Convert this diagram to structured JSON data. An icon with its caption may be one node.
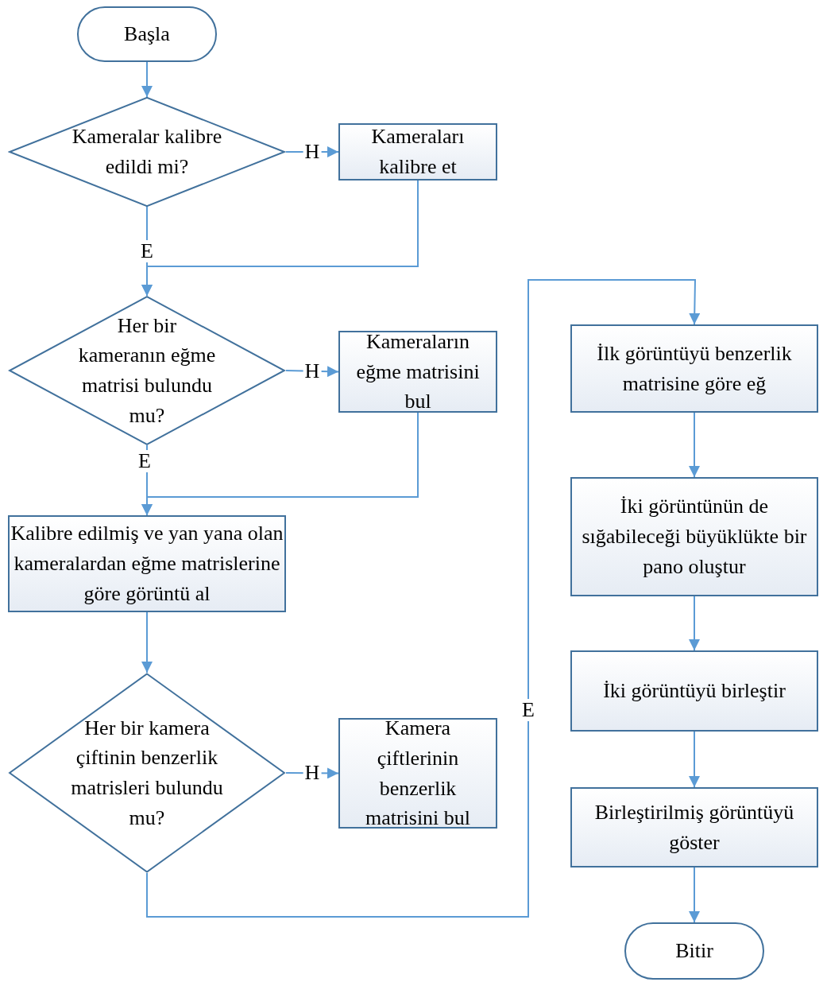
{
  "diagram": {
    "nodes": [
      {
        "text": [
          "Başla"
        ]
      },
      {
        "text": [
          "Kameralar kalibre edildi mi?"
        ]
      },
      {
        "text": [
          "Kameraları kalibre et"
        ]
      },
      {
        "text": [
          "Her bir kameranın eğme matrisi bulundu mu?"
        ]
      },
      {
        "text": [
          "Kameraların eğme matrisini bul"
        ]
      },
      {
        "text": [
          "Kalibre edilmiş ve yan yana olan kameralardan eğme matrislerine göre görüntü al"
        ]
      },
      {
        "text": [
          "Her bir kamera çiftinin benzerlik matrisleri bulundu mu?"
        ]
      },
      {
        "text": [
          "Kamera çiftlerinin benzerlik matrisini bul"
        ]
      },
      {
        "text": [
          "İlk görüntüyü benzerlik matrisine göre eğ"
        ]
      },
      {
        "text": [
          "İki görüntünün de sığabileceği büyüklükte bir pano oluştur"
        ]
      },
      {
        "text": [
          "İki görüntüyü birleştir"
        ]
      },
      {
        "text": [
          "Birleştirilmiş görüntüyü göster"
        ]
      },
      {
        "text": [
          "Bitir"
        ]
      }
    ],
    "edges": [
      {
        "from": 0,
        "to": 1,
        "arrow": "to"
      },
      {
        "from": 1,
        "to": 2,
        "arrow": "to",
        "label": "H"
      },
      {
        "from": 1,
        "to": 3,
        "arrow": "to",
        "label": "E"
      },
      {
        "from": 2,
        "to": 3,
        "arrow": "to"
      },
      {
        "from": 3,
        "to": 4,
        "arrow": "to",
        "label": "H"
      },
      {
        "from": 3,
        "to": 5,
        "arrow": "to",
        "label": "E"
      },
      {
        "from": 4,
        "to": 5,
        "arrow": "to"
      },
      {
        "from": 5,
        "to": 6,
        "arrow": "to"
      },
      {
        "from": 6,
        "to": 7,
        "arrow": "to",
        "label": "H"
      },
      {
        "from": 6,
        "to": 8,
        "arrow": "to",
        "label": "E"
      },
      {
        "from": 8,
        "to": 9,
        "arrow": "to"
      },
      {
        "from": 9,
        "to": 10,
        "arrow": "to"
      },
      {
        "from": 10,
        "to": 11,
        "arrow": "to"
      },
      {
        "from": 11,
        "to": 12,
        "arrow": "to"
      }
    ]
  }
}
